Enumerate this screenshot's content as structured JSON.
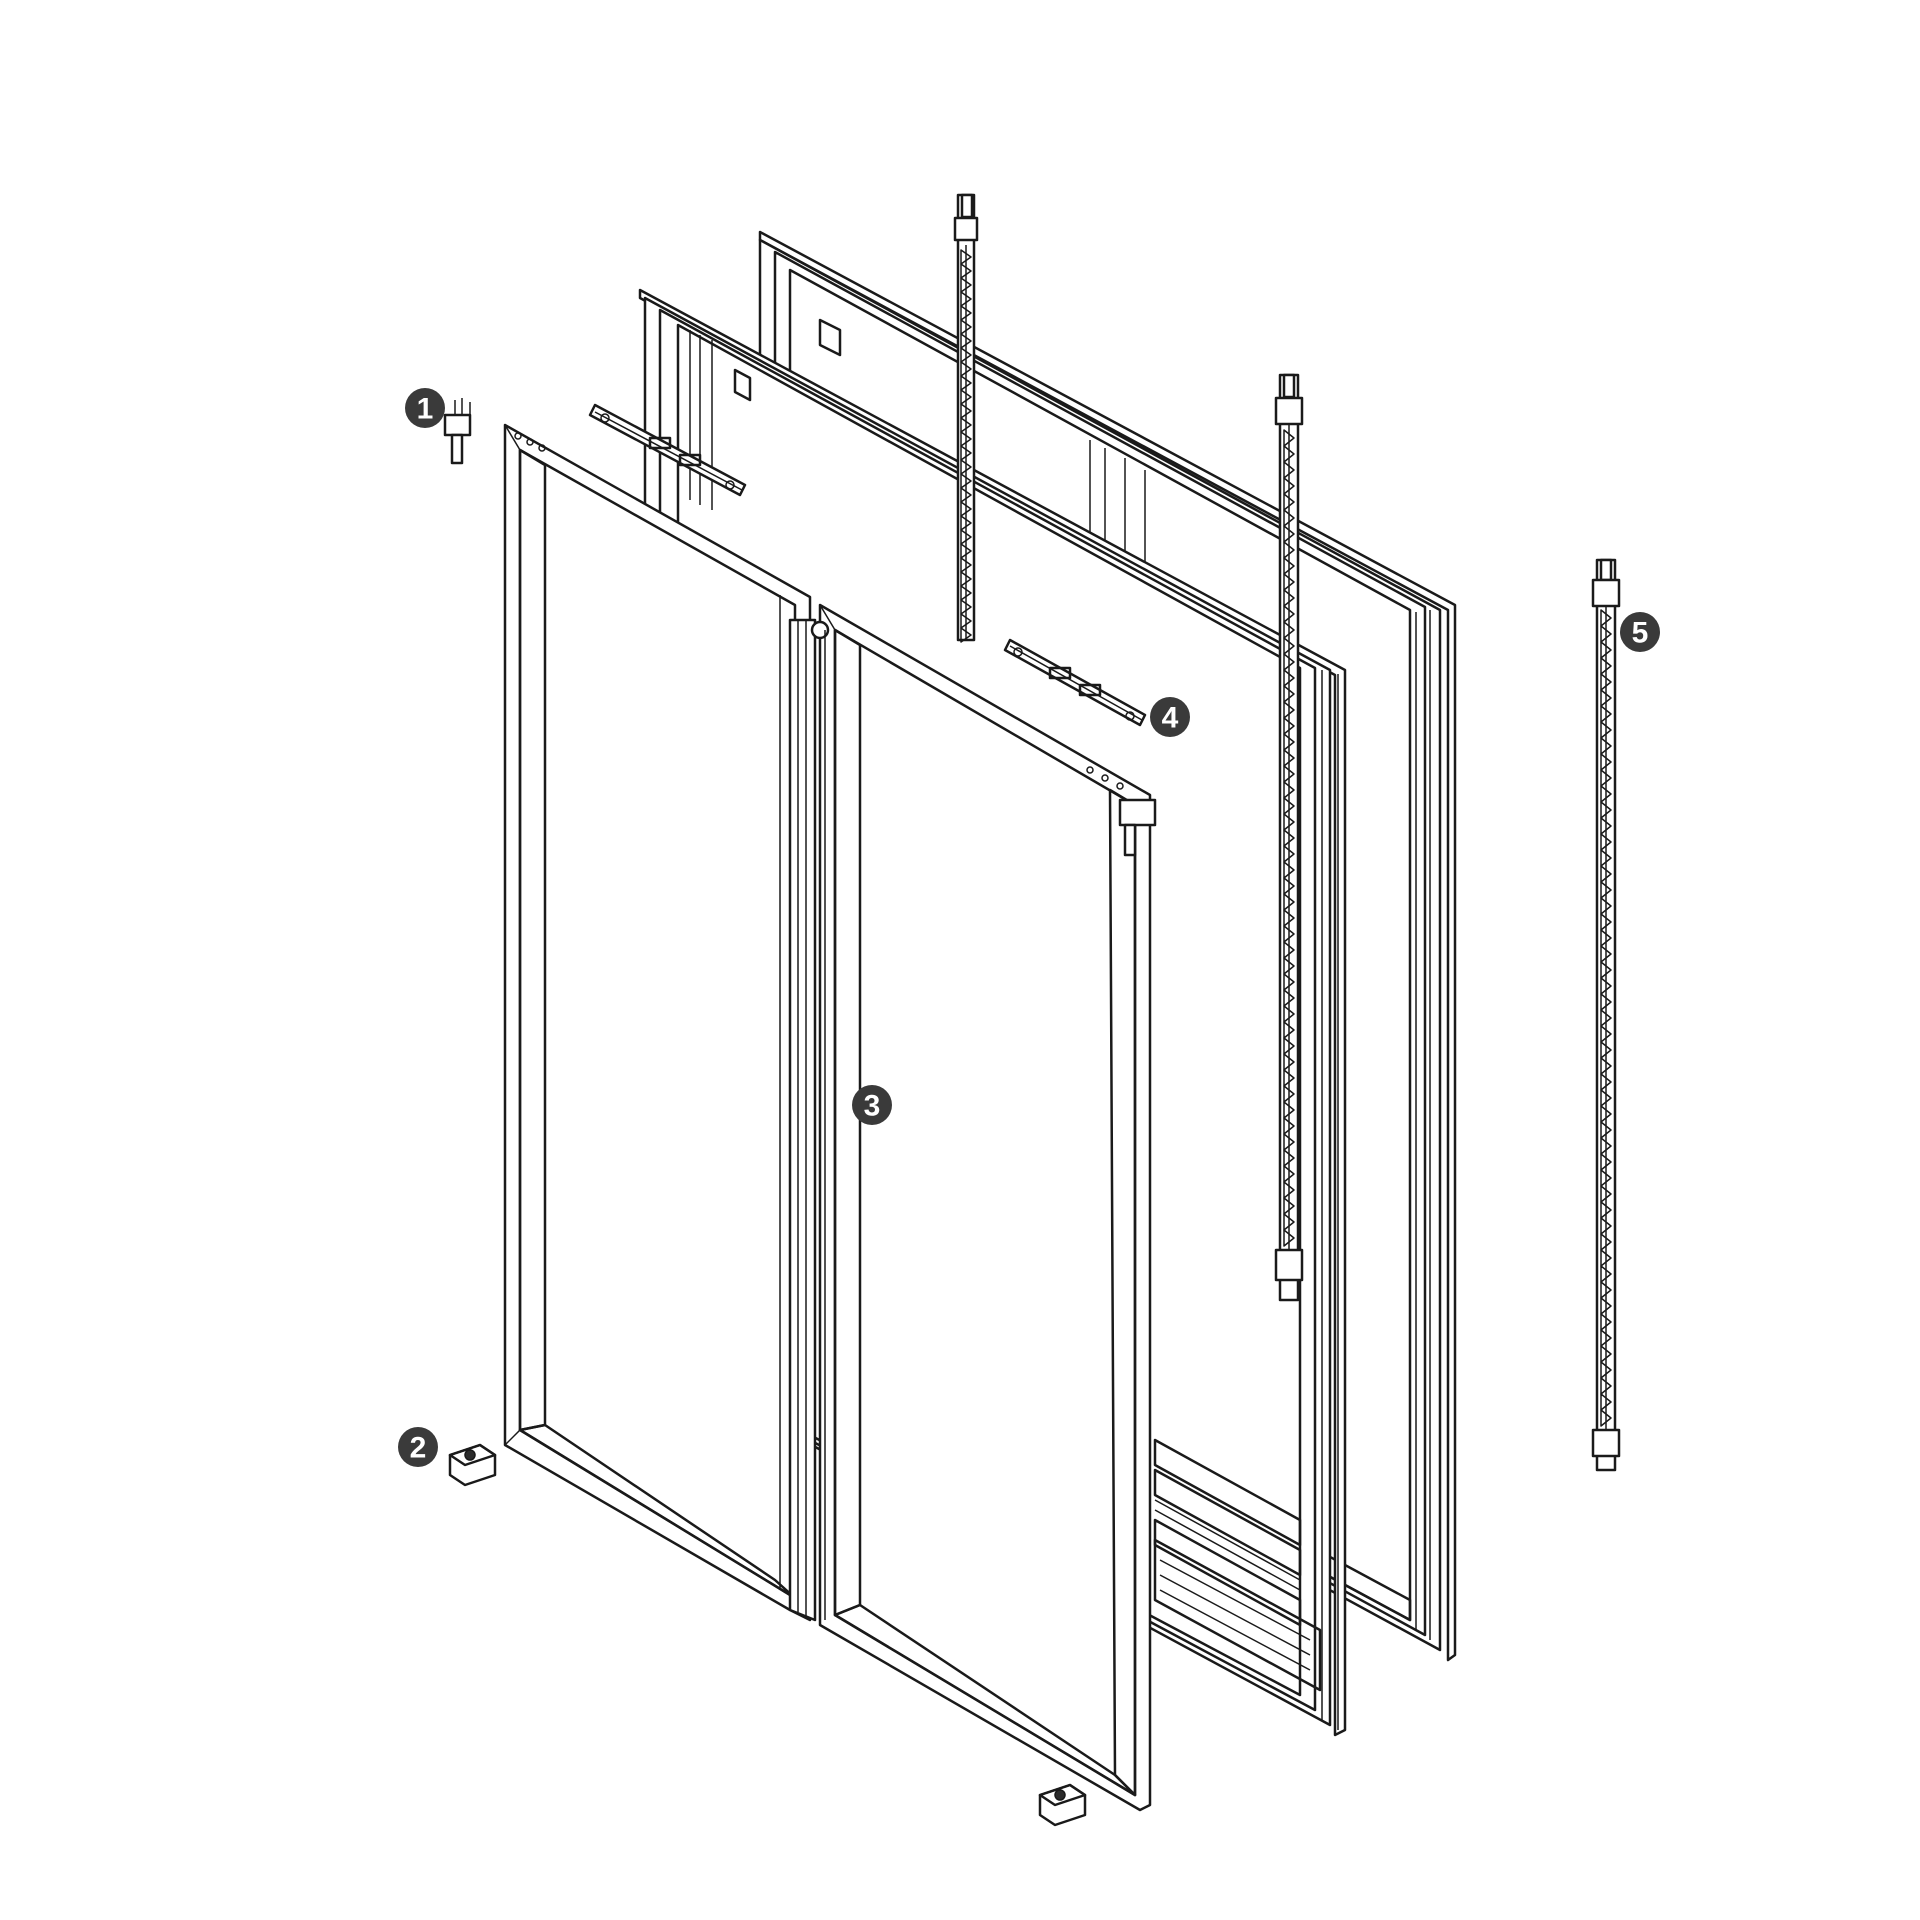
{
  "diagram": {
    "colors": {
      "line": "#1a1a1a",
      "callout_fill": "#3a3a3a",
      "callout_text": "#ffffff",
      "background": "#ffffff"
    },
    "callouts": [
      {
        "id": "1",
        "label": "1"
      },
      {
        "id": "2",
        "label": "2"
      },
      {
        "id": "3",
        "label": "3"
      },
      {
        "id": "4",
        "label": "4"
      },
      {
        "id": "5",
        "label": "5"
      }
    ]
  }
}
